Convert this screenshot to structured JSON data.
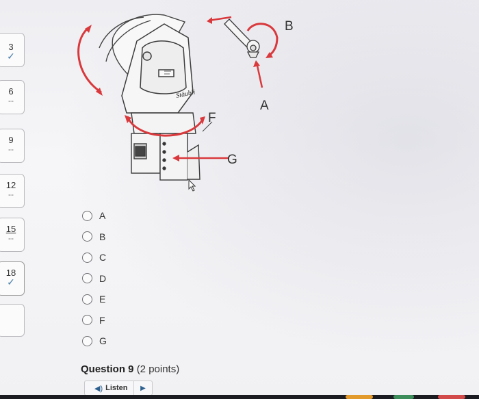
{
  "navigator": [
    {
      "number": "3",
      "mark": "✓"
    },
    {
      "number": "6",
      "mark": "--"
    },
    {
      "number": "9",
      "mark": "--"
    },
    {
      "number": "12",
      "mark": "--"
    },
    {
      "number": "15",
      "mark": "--"
    },
    {
      "number": "18",
      "mark": "✓"
    }
  ],
  "figure": {
    "labels": {
      "a": "A",
      "b": "B",
      "f": "F",
      "g": "G"
    },
    "brand": "Stäubli",
    "arrow_color": "#d9393c"
  },
  "choices": [
    "A",
    "B",
    "C",
    "D",
    "E",
    "F",
    "G"
  ],
  "question": {
    "name": "Question 9",
    "points": "(2 points)"
  },
  "listen": {
    "label": "Listen"
  },
  "colors": {
    "accent": "#2d5f8f",
    "check": "#4a7fa8"
  }
}
